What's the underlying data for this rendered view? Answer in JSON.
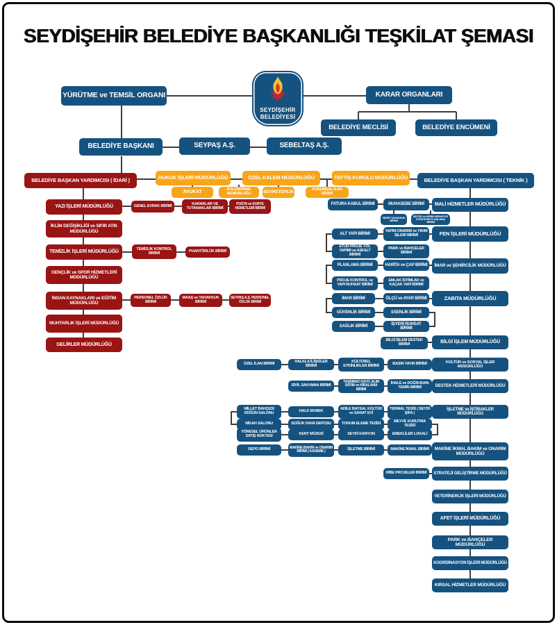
{
  "title": "SEYDİŞEHİR BELEDİYE BAŞKANLIĞI TEŞKİLAT ŞEMASI",
  "logo": {
    "line1": "SEYDİŞEHİR",
    "line2": "BELEDİYESİ"
  },
  "colors": {
    "blue": "#16527F",
    "red": "#9A1414",
    "orange": "#F9A51A",
    "line": "#3D3D3D"
  },
  "top": {
    "yurutme": "YÜRÜTME ve TEMSİL ORGANI",
    "karar": "KARAR ORGANLARI",
    "meclis": "BELEDİYE MECLİSİ",
    "encumen": "BELEDİYE ENCÜMENİ",
    "baskan": "BELEDİYE BAŞKANI",
    "seypas": "SEYPAŞ A.Ş.",
    "sebeltas": "SEBELTAŞ A.Ş."
  },
  "l3": {
    "idari": "BELEDİYE BAŞKAN YARDIMCISI ( İDARİ )",
    "hukuk": "HUKUK İŞLERİ MÜDÜRLÜĞÜ",
    "avukat": "AVUKAT",
    "ozel_kalem": "ÖZEL KALEM MÜDÜRLÜĞÜ",
    "evlendirme": "EVLENDİRME MEMURLUĞU",
    "sekreterlik": "SEKRETERLİK",
    "kurumsal_ilan": "KURUMSAL İLAN BİRİMİ",
    "teftis": "TEFTİŞ KURULU MÜDÜRLÜĞÜ",
    "teknik": "BELEDİYE BAŞKAN YARDIMCISI ( TEKNİK )"
  },
  "left": {
    "yazi": "YAZI İŞLERİ MÜDÜRLÜĞÜ",
    "genel_evrak": "GENEL EVRAK BİRİMİ",
    "kararlar": "KARARLAR VE TUTANAKLAR BİRİMİ",
    "posta": "POSTA ve KURYE HİZMETLERİ BİRİMİ",
    "iklim": "İKLİM DEĞİŞİKLİĞİ ve SIFIR ATIK MÜDÜRLÜĞÜ",
    "temizlik": "TEMİZLİK İŞLERİ MÜDÜRLÜĞÜ",
    "temizlik_kontrol": "TEMİZLİK KONTROL BİRİMİ",
    "puantorluk": "PUANTÖRLÜK BİRİMİ",
    "genclik": "GENÇLİK ve SPOR HİZMETLERİ MÜDÜRLÜĞÜ",
    "insan": "İNSAN KAYNAKLARI ve EĞİTİM MÜDÜRLÜĞÜ",
    "personel_ozluk": "PERSONEL ÖZLÜK BİRİMİ",
    "maas": "MAAŞ ve TAHAKKUK BİRİMİ",
    "seypas_ozluk": "SEYPAŞ A.Ş. PERSONEL ÖZLÜK BİRİMİ",
    "muhtarlik": "MUHTARLIK İŞLERİ MÜDÜRLÜĞÜ",
    "gelirler": "GELİRLER MÜDÜRLÜĞÜ"
  },
  "right": {
    "mali": "MALİ HİZMETLER MÜDÜRLÜĞÜ",
    "fatura": "FATURA KABUL BİRİMİ",
    "muhasebe": "MUHASEBE BİRİMİ",
    "gider": "GİDER TAHAKKUK BİRİMİ",
    "butce": "BÜTÇE ve KESİN HESAP İLE STRATEJİK PLANLAMA BİRİMİ",
    "fen": "FEN İŞLERİ MÜDÜRLÜĞÜ",
    "alt_yapi": "ALT YAPI BİRİMİ",
    "yapim": "YAPIM ONARIM ve YIKIM İŞLERİ BİRİMİ",
    "etud": "ETÜD PROJE YOL YAPIMI ve ASFALT BİRİMİ",
    "park_birimi": "PARK ve BAHÇELER BİRİMİ",
    "imar": "İMAR ve ŞEHİRCİLİK MÜDÜRLÜĞÜ",
    "planlama": "PLANLAMA BİRİMİ",
    "harita": "HARİTA ve ÇAP BİRİMİ",
    "proje_kontrol": "PROJE KONTROL ve YAPI RUHSAT BİRİMİ",
    "emlak": "EMLAK İSTİMLAK ve KAÇAK YAPI BİRİMİ",
    "zabita": "ZABITA MÜDÜRLÜĞÜ",
    "imar_birimi": "İMAR BİRİMİ",
    "olcu": "ÖLÇÜ ve AYAR BİRİMİ",
    "guvenlik": "GÜVENLİK BİRİMİ",
    "esenlik": "ESENLİK BİRİMİ",
    "saglik": "SAĞLIK BİRİMİ",
    "isyeri": "İŞYERİ RUHSAT BİRİMİ",
    "bilgi": "BİLGİ İŞLEM MÜDÜRLÜĞÜ",
    "bilgi_destek": "BİLGİ İŞLEM DESTEK BİRİMİ",
    "kultur": "KÜLTÜR ve SOSYAL İŞLER MÜDÜRLÜĞÜ",
    "ozel_ilan": "ÖZEL İLAN BİRİMİ",
    "halkla": "HALKLA İLİŞKİLER BİRİMİ",
    "kulturel": "KÜLTÜREL ETKİNLİKLER BİRİMİ",
    "basin": "BASIN YAYIN BİRİMİ",
    "destek": "DESTEK HİZMETLERİ MÜDÜRLÜĞÜ",
    "sivil": "SİVİL SAVUNMA BİRİMİ",
    "tasinmaz": "TAŞINMAZ KAYIT, ALIM SATIM ve KİRALAMA BİRİMİ",
    "ihale": "İHALE ve DOĞRUDAN TEMİN BİRİMİ",
    "isletme": "İŞLETME ve İŞTİRAKLER MÜDÜRLÜĞÜ",
    "millet": "MİLLET BAHÇESİ DÜĞÜN SALONU",
    "halk_ekmek": "HALK EKMEK",
    "adile": "ADİLE BAYSAL KÜLTÜR ve SANAT EVİ",
    "termal": "TERMAL TESİS ( SEYDİ ŞİFA )",
    "nikah": "NİKAH SALONU",
    "soguk": "SOĞUK HAVA DEPOSU",
    "tohum": "TOHUM ELEME TESİSİ",
    "meyve": "MEYVE KURUTMA TESİSİ",
    "yoresel": "YÖRESEL ÜRÜNLER SATIŞ NOKTASI",
    "kent": "KENT MÜZESİ",
    "seydi": "SEYDİ KANYON",
    "emekliler": "EMEKLİLER LOKALİ",
    "makine": "MAKİNE İKMAL BAKIM ve ONARIM MÜDÜRLÜĞÜ",
    "depo": "DEPO BİRİMİ",
    "makine_bakim": "MAKİNE BAKIM ve ONARIM BİRİMİ ( KADEME )",
    "isletme_birimi": "İŞLETME BİRİMİ",
    "makine_ikmal": "MAKİNE İKMAL BİRİMİ",
    "strateji": "STRATEJİ GELİŞTİRME MÜDÜRLÜĞÜ",
    "hibe": "HİBE PROJELER BİRİMİ",
    "veteriner": "VETERİNERLİK İŞLERİ MÜDÜRLÜĞÜ",
    "afet": "AFET İŞLERİ MÜDÜRLÜĞÜ",
    "park_mud": "PARK ve BAHÇELER MÜDÜRLÜĞÜ",
    "koordinasyon": "KOORDİNASYON İŞLERİ MÜDÜRLÜĞÜ",
    "kirsal": "KIRSAL HİZMETLER MÜDÜRLÜĞÜ"
  }
}
